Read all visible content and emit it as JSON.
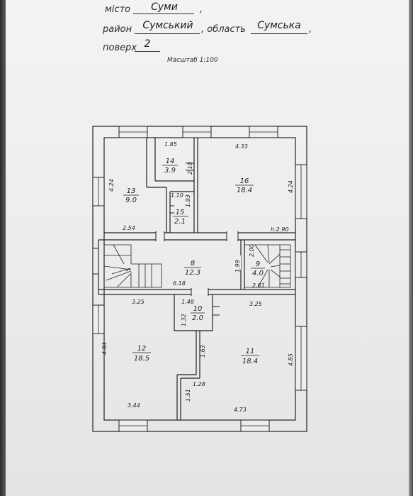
{
  "header": {
    "city_label": "місто",
    "city_value": "Суми",
    "district_label": "район",
    "district_value": "Сумський",
    "region_label": ", область",
    "region_value": "Сумська",
    "floor_label": "поверх",
    "floor_value": "2",
    "scale": "Масштаб 1:100",
    "comma": ","
  },
  "rooms": [
    {
      "id": "13",
      "area": "9.0"
    },
    {
      "id": "14",
      "area": "3.9"
    },
    {
      "id": "15",
      "area": "2.1"
    },
    {
      "id": "16",
      "area": "18.4"
    },
    {
      "id": "8",
      "area": "12.3"
    },
    {
      "id": "9",
      "area": "4.0"
    },
    {
      "id": "10",
      "area": "2.0"
    },
    {
      "id": "12",
      "area": "18.5"
    },
    {
      "id": "11",
      "area": "18.4"
    }
  ],
  "dimensions": {
    "d185": "1.85",
    "d433": "4.33",
    "d424a": "4.24",
    "d424b": "4.24",
    "d210": "2.10",
    "d110": "1.10",
    "d193": "1.93",
    "d254": "2.54",
    "h290": "h:2.90",
    "d200": "2.00",
    "d199": "1.99",
    "d618": "6.18",
    "d201": "2.01",
    "d325a": "3.25",
    "d148": "1.48",
    "d325b": "3.25",
    "d132": "1.32",
    "d484": "4.84",
    "d163": "1.63",
    "d485": "4.85",
    "d128": "1.28",
    "d151": "1.51",
    "d344": "3.44",
    "d473": "4.73"
  }
}
